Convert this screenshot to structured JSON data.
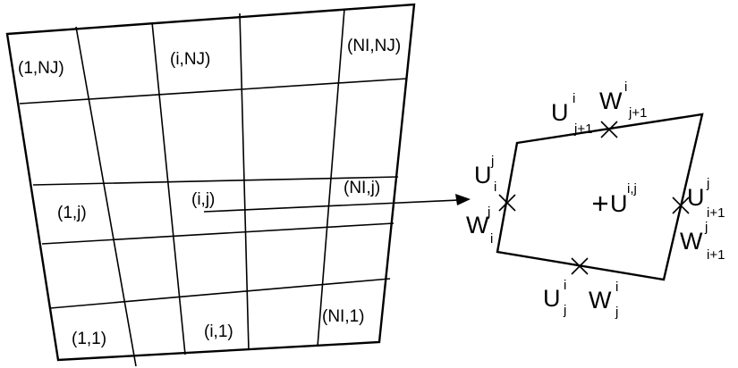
{
  "grid": {
    "labels": {
      "corner_1_NJ": "(1,NJ)",
      "i_NJ": "(i,NJ)",
      "NI_NJ": "(NI,NJ)",
      "one_j": "(1,j)",
      "i_j": "(i,j)",
      "NI_j": "(NI,j)",
      "one_one": "(1,1)",
      "i_one": "(i,1)",
      "NI_one": "(NI,1)"
    }
  },
  "cell": {
    "center": {
      "main": "U",
      "sup": "i,j"
    },
    "top_U": {
      "main": "U",
      "sup": "i",
      "sub": "j+1"
    },
    "top_W": {
      "main": "W",
      "sup": "i",
      "sub": "j+1"
    },
    "left_U": {
      "main": "U",
      "sup": "j",
      "sub": "i"
    },
    "left_W": {
      "main": "W",
      "sup": "j",
      "sub": "i"
    },
    "right_U": {
      "main": "U",
      "sup": "j",
      "sub": "i+1"
    },
    "right_W": {
      "main": "W",
      "sup": "j",
      "sub": "i+1"
    },
    "bottom_U": {
      "main": "U",
      "sup": "i",
      "sub": "j"
    },
    "bottom_W": {
      "main": "W",
      "sup": "i",
      "sub": "j"
    }
  }
}
